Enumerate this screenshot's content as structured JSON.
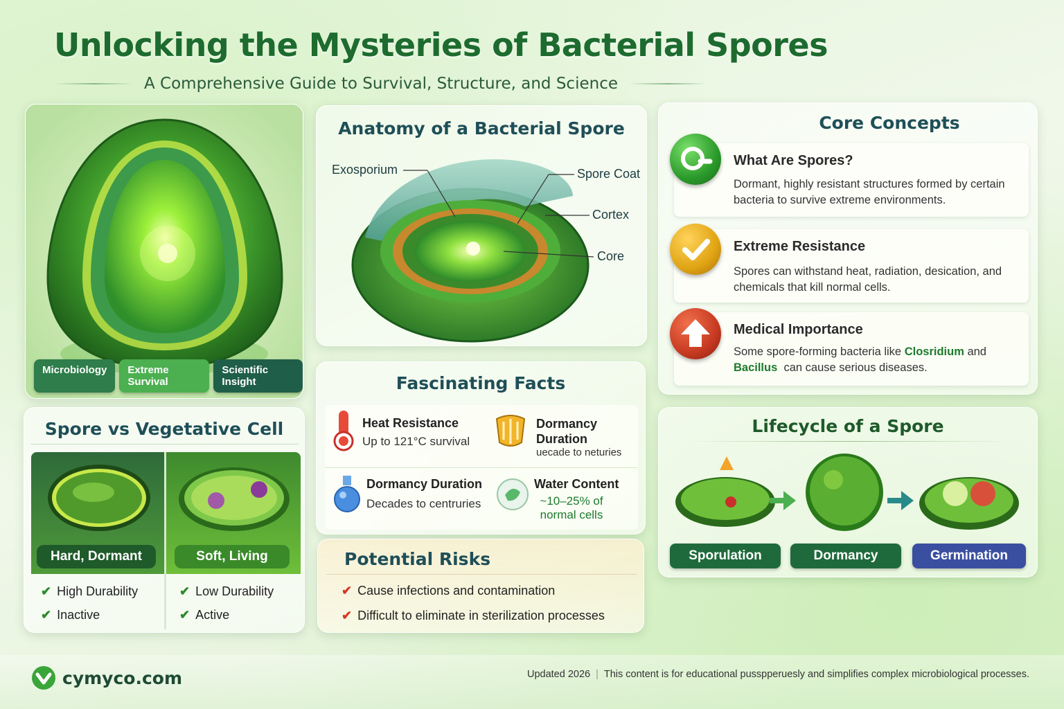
{
  "header": {
    "title": "Unlocking the Mysteries of Bacterial Spores",
    "subtitle": "A Comprehensive Guide to Survival, Structure, and Science"
  },
  "hero": {
    "tags": [
      {
        "label": "Microbiology",
        "color": "#2e7d4a"
      },
      {
        "label": "Extreme Survival",
        "color": "#4caf50"
      },
      {
        "label": "Scientific Insight",
        "color": "#1f5e48"
      }
    ]
  },
  "anatomy": {
    "title": "Anatomy of a Bacterial Spore",
    "labels": {
      "exosporium": "Exosporium",
      "spore_coat": "Spore Coat",
      "cortex": "Cortex",
      "core": "Core"
    }
  },
  "concepts": {
    "title": "Core Concepts",
    "items": [
      {
        "name": "What Are Spores?",
        "desc": "Dormant, highly resistant structures formed by certain bacteria to survive extreme environments.",
        "icon": "magnifier-icon",
        "color": "#3aa538"
      },
      {
        "name": "Extreme Resistance",
        "desc": "Spores can withstand heat, radiation, desication, and chemicals that kill normal cells.",
        "icon": "checkmark-icon",
        "color": "#e0a414"
      },
      {
        "name": "Medical Importance",
        "desc_pre": "Some spore-forming bacteria like ",
        "hl1": "Closridium",
        "desc_mid": " and",
        "hl2": "Bacillus",
        "desc_post": "  can cause serious diseases.",
        "icon": "up-arrow-icon",
        "color": "#c73a22"
      }
    ]
  },
  "facts": {
    "title": "Fascinating Facts",
    "items": [
      {
        "name": "Heat Resistance",
        "value": "Up to 121°C survival"
      },
      {
        "name": "Dormancy Duration",
        "value": "uecade to neturies"
      },
      {
        "name": "Dormancy Duration",
        "value": "Decades to centruries"
      },
      {
        "name": "Water Content",
        "value": "~10–25% of normal cells"
      }
    ]
  },
  "risks": {
    "title": "Potential Risks",
    "items": [
      "Cause infections and contamination",
      "Difficult to eliminate in sterilization processes"
    ]
  },
  "svv": {
    "title": "Spore vs Vegetative Cell",
    "spore": {
      "badge": "Hard, Dormant",
      "traits": [
        "High Durability",
        "Inactive"
      ]
    },
    "cell": {
      "badge": "Soft, Living",
      "traits": [
        "Low Durability",
        "Active"
      ]
    }
  },
  "lifecycle": {
    "title": "Lifecycle of a Spore",
    "stages": [
      {
        "label": "Sporulation",
        "color": "#1f6a3c"
      },
      {
        "label": "Dormancy",
        "color": "#1f6a3c"
      },
      {
        "label": "Germination",
        "color": "#3a4fa0"
      }
    ]
  },
  "footer": {
    "brand": "cymyco.com",
    "updated": "Updated 2026",
    "disclaimer": "This content is for educational pusspperuesly and simplifies complex microbiological processes."
  }
}
